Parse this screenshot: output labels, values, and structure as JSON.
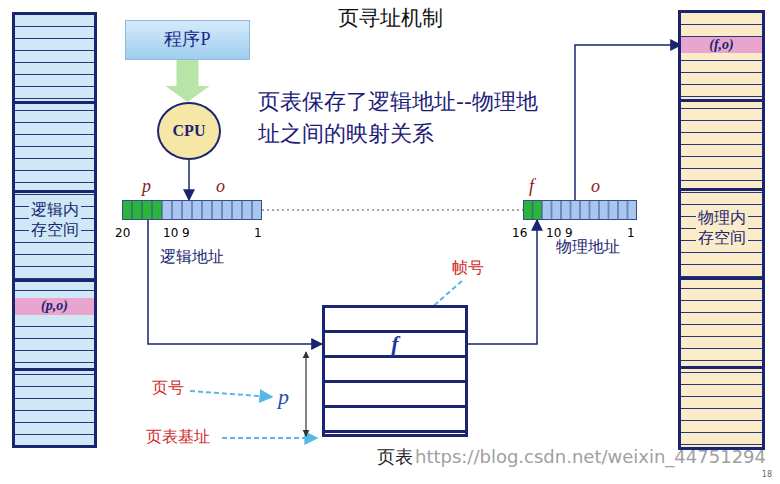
{
  "diagram": {
    "title": "页寻址机制",
    "nodes": [
      {
        "text": [
          "逻辑内存空间"
        ]
      },
      {
        "text": [
          "(p,o)"
        ],
        "in": 0
      },
      {
        "text": [
          "程序P"
        ]
      },
      {
        "text": [
          "CPU"
        ]
      },
      {
        "text": [
          "逻辑地址"
        ]
      },
      {
        "text": [
          "物理地址"
        ]
      },
      {
        "text": [
          "f",
          "页表"
        ]
      },
      {
        "text": [
          "物理内存空间"
        ]
      },
      {
        "text": [
          "(f,o)"
        ],
        "in": 7
      }
    ],
    "edges": [
      {
        "from": 2,
        "to": 3,
        "arrow": "to"
      },
      {
        "from": 3,
        "to": 4,
        "arrow": "to"
      },
      {
        "from": 4,
        "to": 6,
        "arrow": "to"
      },
      {
        "from": 6,
        "to": 5,
        "arrow": "to"
      },
      {
        "from": 5,
        "to": 8,
        "arrow": "to"
      },
      {
        "from": 4,
        "to": 5,
        "arrow": "none"
      }
    ],
    "labels": [
      "页表保存了逻辑地址--物理地址之间的映射关系",
      "p",
      "o",
      "20",
      "10 9",
      "1",
      "f",
      "o",
      "16",
      "10 9",
      "1",
      "帧号",
      "页号",
      "p",
      "页表基址",
      "https://blog.csdn.net/weixin_44751294",
      "18"
    ]
  }
}
